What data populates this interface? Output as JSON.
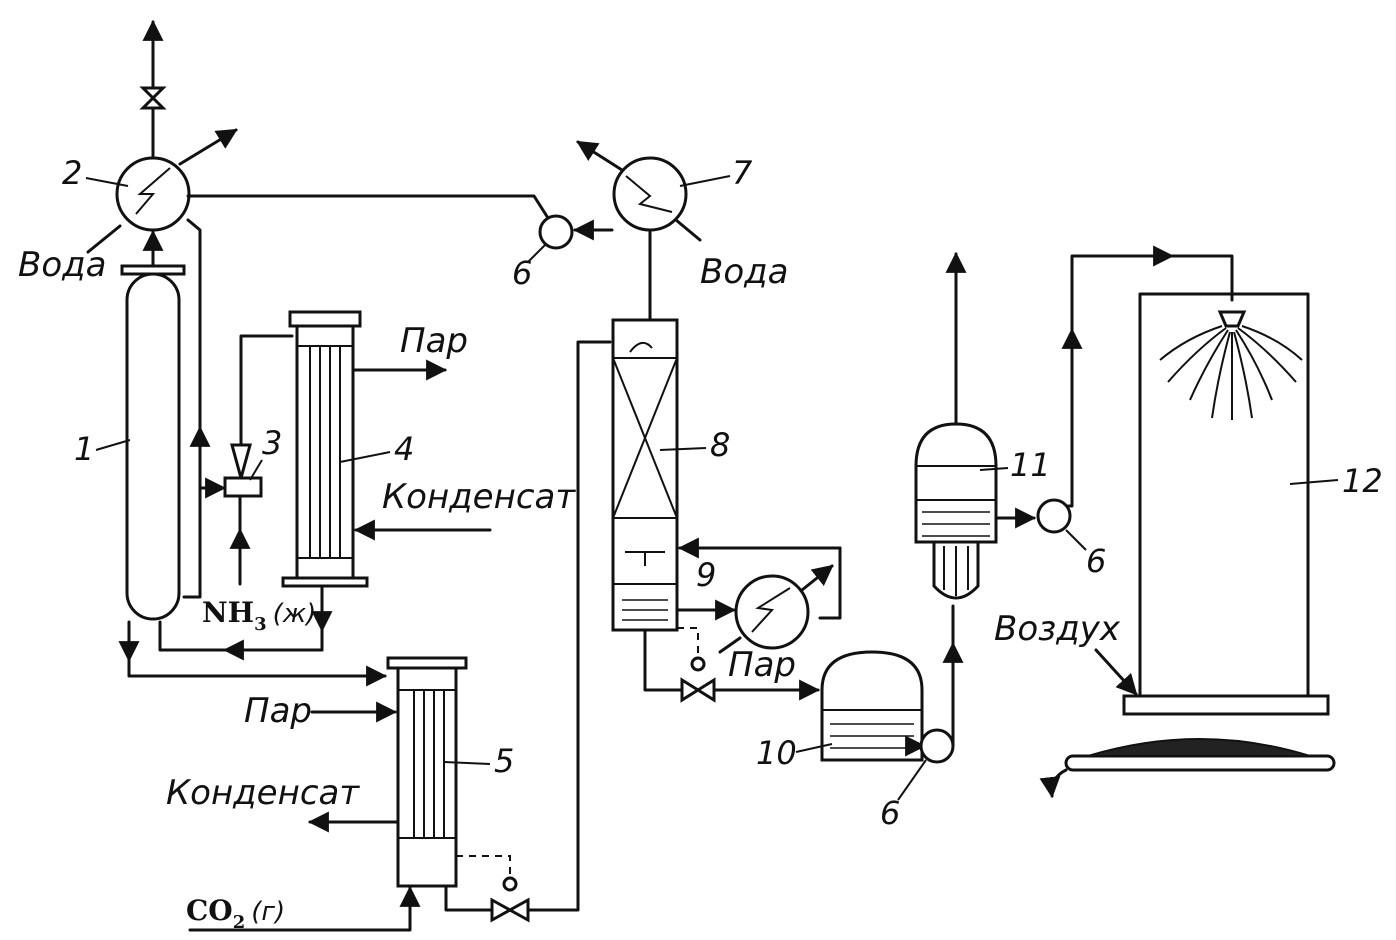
{
  "labels": {
    "water_1": "Вода",
    "water_2": "Вода",
    "steam_1": "Пар",
    "steam_2": "Пар",
    "steam_3": "Пар",
    "condensate_1": "Конденсат",
    "condensate_2": "Конденсат",
    "air": "Воздух",
    "nh3": {
      "formula": "NH",
      "sub": "3",
      "state": "(ж)"
    },
    "co2": {
      "formula": "CO",
      "sub": "2",
      "state": "(г)"
    }
  },
  "equipment_numbers": {
    "n1": "1",
    "n2": "2",
    "n3": "3",
    "n4": "4",
    "n5": "5",
    "n6a": "6",
    "n6b": "6",
    "n6c": "6",
    "n7": "7",
    "n8": "8",
    "n9": "9",
    "n10": "10",
    "n11": "11",
    "n12": "12"
  }
}
